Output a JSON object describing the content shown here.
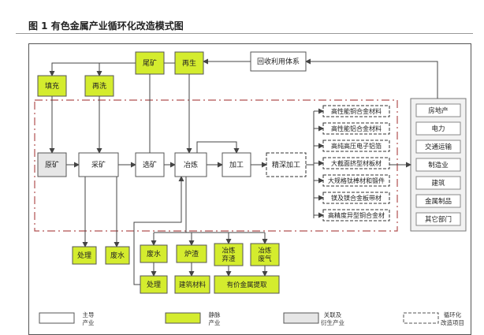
{
  "title": "图 1 有色金属产业循环化改造模式图",
  "colors": {
    "main_fill": "#ffffff",
    "static_fill": "#d4ec2e",
    "related_fill": "#e6e6e6",
    "line": "#444444",
    "loop_border": "#b05050",
    "legend_border": "#888888"
  },
  "nodes": {
    "weikuang": "尾矿",
    "zaisheng": "再生",
    "huishou": "回收利用体系",
    "tianchong": "填充",
    "zaixi": "再洗",
    "yuankuang": "原矿",
    "caikuang": "采矿",
    "xuankuang": "选矿",
    "yelian": "冶炼",
    "jiagong": "加工",
    "jingshen": "精深加工",
    "chuli1": "处理",
    "feishui1": "废水",
    "feishui2": "废水",
    "luzha": "炉渣",
    "yelian_qizha": [
      "冶炼",
      "弃渣"
    ],
    "yelian_feiqi": [
      "冶炼",
      "废气"
    ],
    "chuli2": "处理",
    "jianzhu_cailiao": "建筑材料",
    "youjia": "有价金属提取"
  },
  "products": [
    "高性能铜合金材料",
    "高性能铝合金材料",
    "高纯高压电子铝箔",
    "大截面挤型材板材",
    "大规格钛棒材和锻件",
    "镁及镁合金板带材",
    "高精度异型铜合金材"
  ],
  "sectors": [
    "房地产",
    "电力",
    "交通运输",
    "制造业",
    "建筑",
    "金属制品",
    "其它部门"
  ],
  "legend": [
    {
      "lines": [
        "主导",
        "产业"
      ]
    },
    {
      "lines": [
        "静脉",
        "产业"
      ]
    },
    {
      "lines": [
        "关联及",
        "衍生产业"
      ]
    },
    {
      "lines": [
        "循环化",
        "改造项目"
      ]
    }
  ]
}
